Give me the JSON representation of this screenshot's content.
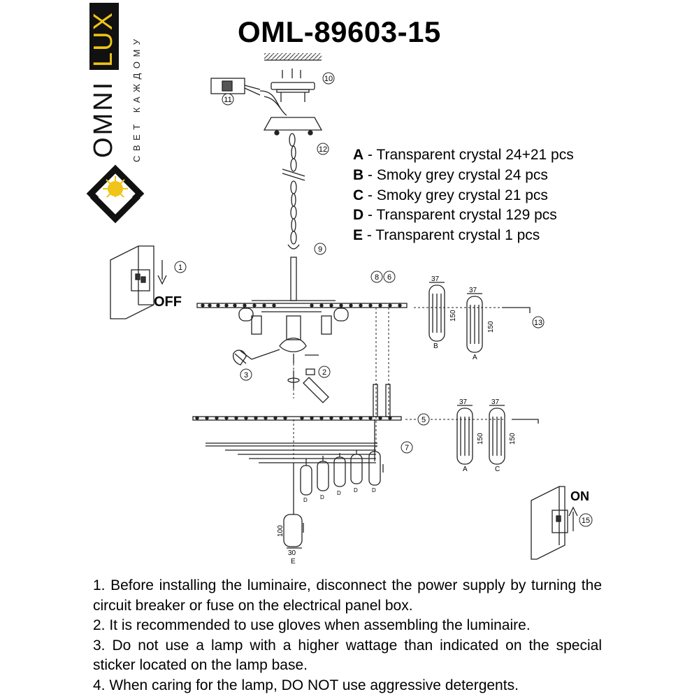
{
  "brand": {
    "name_left": "OMNI",
    "name_right": "LUX",
    "slogan": "СВЕТ КАЖДОМУ"
  },
  "title": "OML-89603-15",
  "legend": [
    {
      "key": "A",
      "text": " - Transparent crystal 24+21 pcs"
    },
    {
      "key": "B",
      "text": " - Smoky grey crystal 24 pcs"
    },
    {
      "key": "C",
      "text": " - Smoky grey crystal 21 pcs"
    },
    {
      "key": "D",
      "text": " - Transparent crystal 129 pcs"
    },
    {
      "key": "E",
      "text": " - Transparent crystal 1 pcs"
    }
  ],
  "switch_labels": {
    "off": "OFF",
    "on": "ON"
  },
  "step_numbers": [
    "1",
    "2",
    "3",
    "5",
    "6",
    "7",
    "8",
    "9",
    "10",
    "11",
    "12",
    "13",
    "15"
  ],
  "crystal_parts": {
    "B": {
      "letter": "B",
      "width": "37",
      "height": "150"
    },
    "A_top": {
      "letter": "A",
      "width": "37",
      "height": "150"
    },
    "A_mid": {
      "letter": "A",
      "width": "37",
      "height": "150"
    },
    "C": {
      "letter": "C",
      "width": "37",
      "height": "150"
    },
    "D": {
      "letter": "D"
    },
    "E": {
      "letter": "E",
      "width": "30",
      "height": "100"
    }
  },
  "notes": [
    "1. Before installing the luminaire, disconnect the power supply by turning the circuit breaker or fuse on the electrical panel box.",
    "2. It is recommended to use gloves when assembling the luminaire.",
    "3. Do not use a lamp with a higher wattage than indicated on the special sticker located on the lamp base.",
    "4. When caring for the lamp, DO NOT use aggressive detergents."
  ]
}
